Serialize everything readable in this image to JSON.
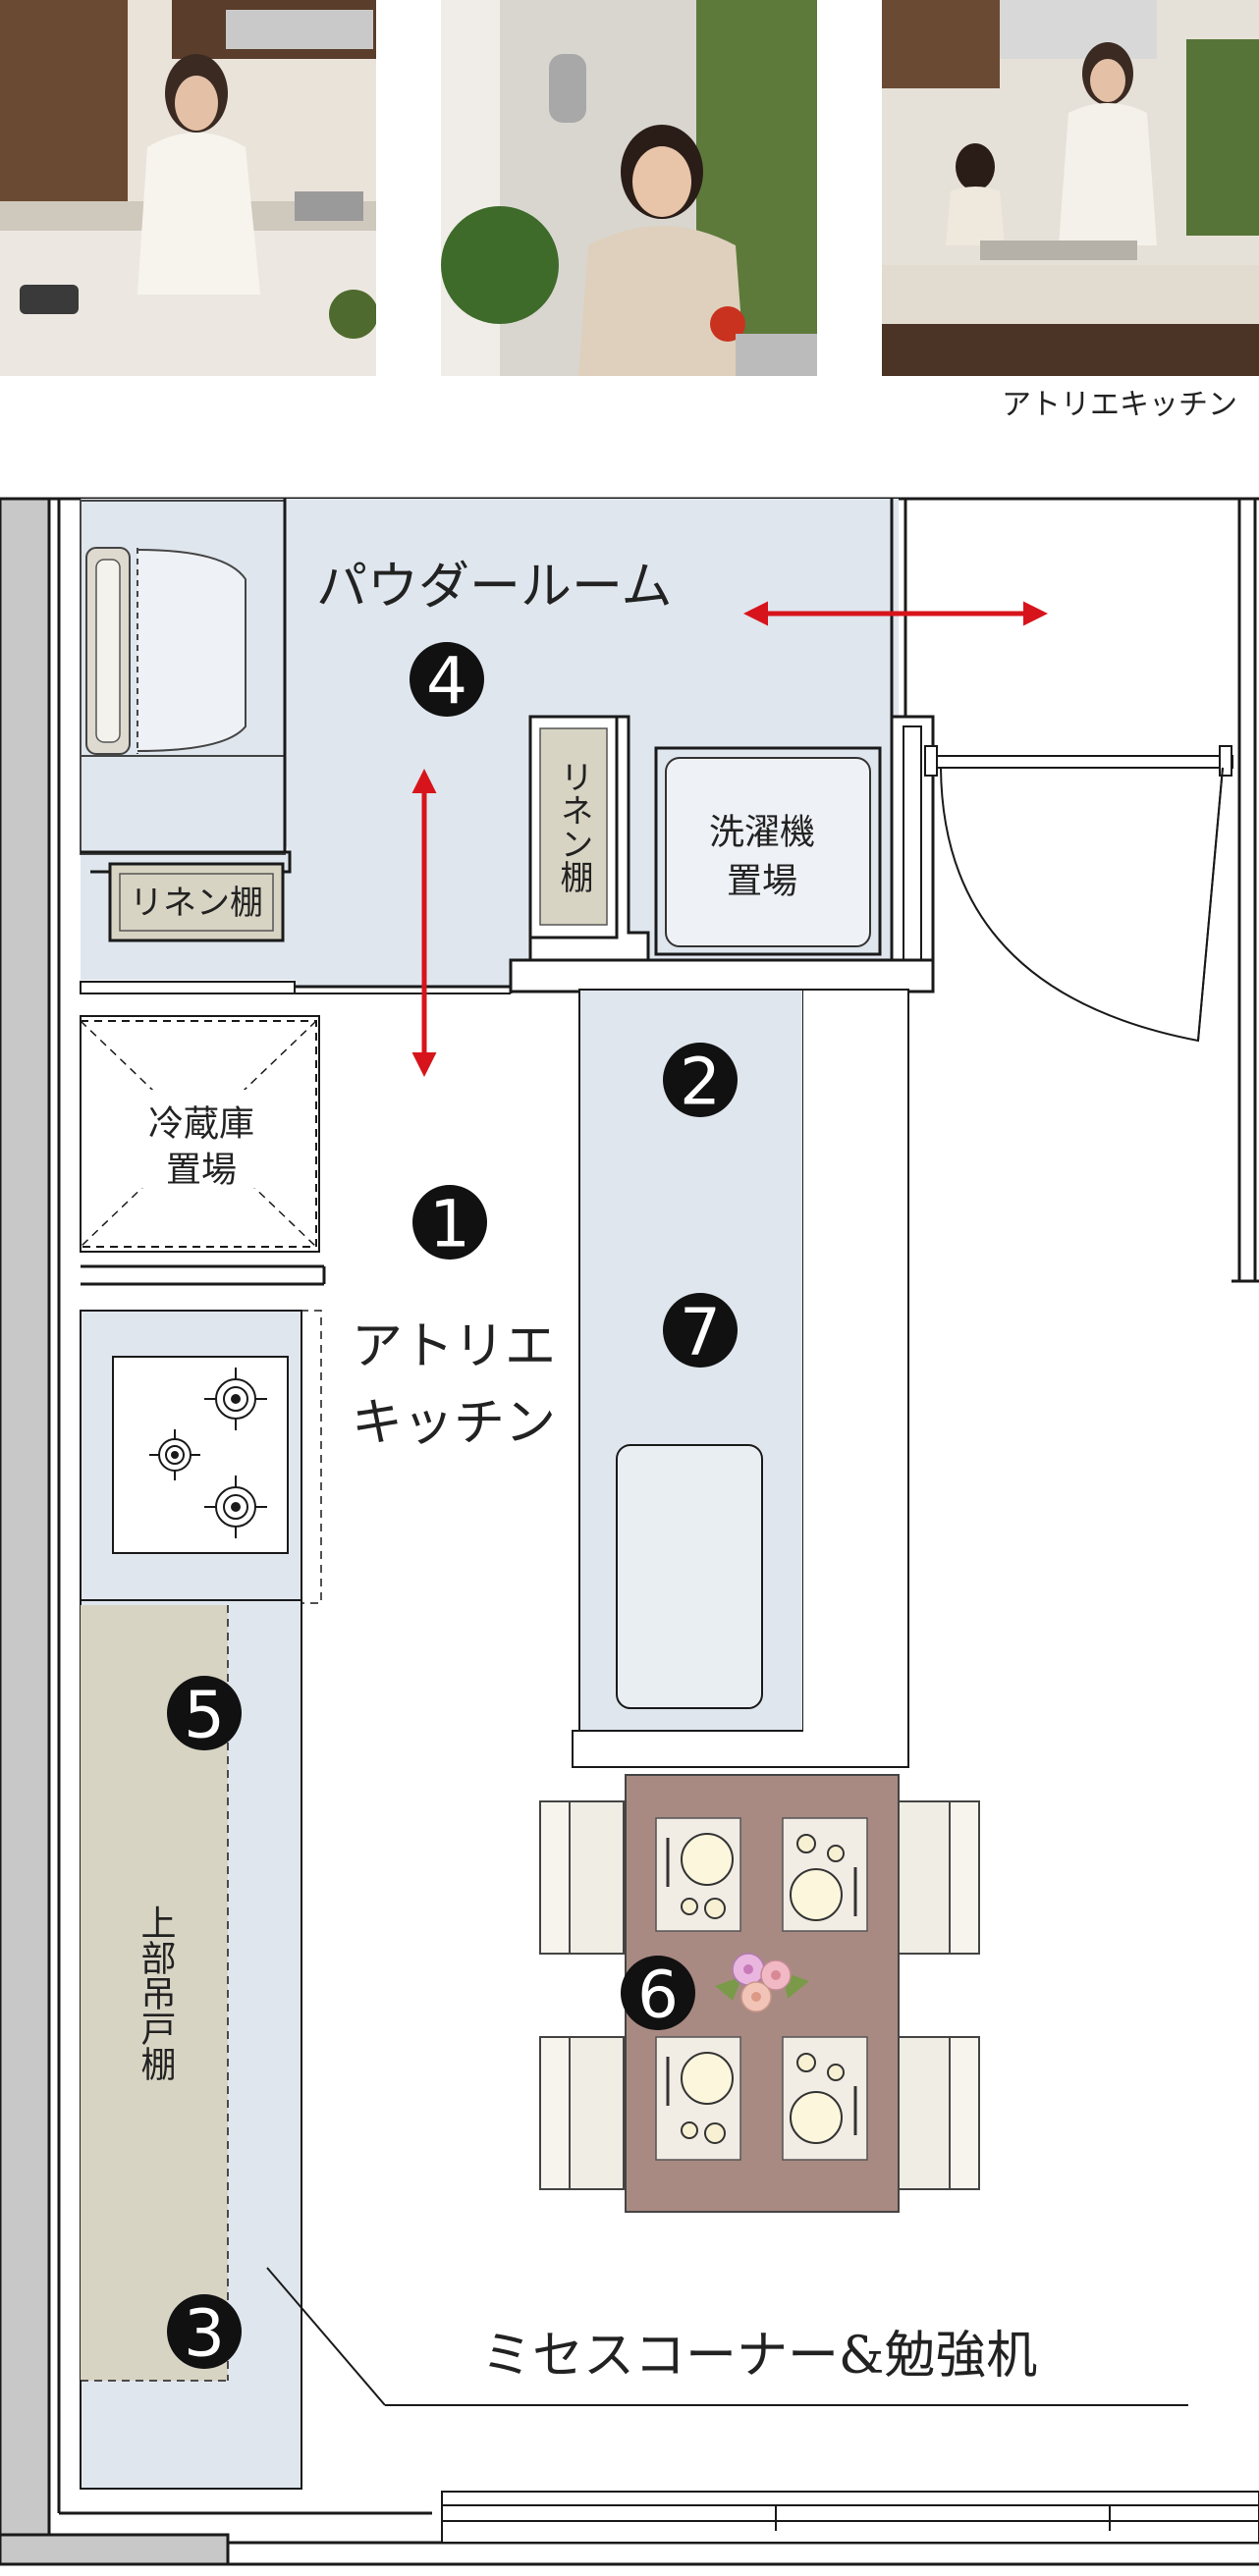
{
  "photos": [
    {
      "name": "photo-woman-at-sink"
    },
    {
      "name": "photo-girl-with-tomato"
    },
    {
      "name": "photo-family-in-kitchen"
    }
  ],
  "caption": "アトリエキッチン",
  "rooms": {
    "powder_room": "パウダールーム",
    "linen_shelf_small": "リネン棚",
    "linen_shelf_vertical": "リネン棚",
    "washer_line1": "洗濯機",
    "washer_line2": "置場",
    "fridge_line1": "冷蔵庫",
    "fridge_line2": "置場",
    "kitchen_line1": "アトリエ",
    "kitchen_line2": "キッチン",
    "upper_cabinet": "上部吊戸棚",
    "misses_corner": "ミセスコーナー&勉強机"
  },
  "markers": [
    "1",
    "2",
    "3",
    "4",
    "5",
    "6",
    "7"
  ],
  "colors": {
    "room_fill": "#dfe6ee",
    "cabinet_fill": "#d8d4c4",
    "wall": "#1a1a1a",
    "arrow": "#d7141b",
    "table": "#a88a82",
    "chair": "#f0eee4"
  }
}
